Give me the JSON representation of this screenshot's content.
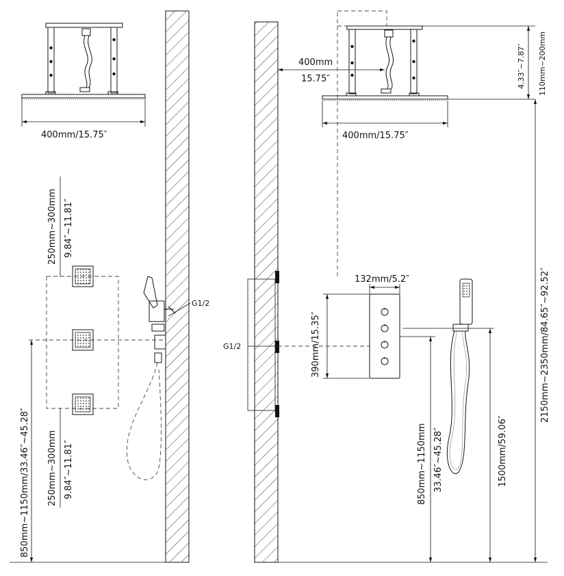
{
  "labels": {
    "left_shower_width": "400mm/15.75″",
    "left_jet_spacing_top_mm": "250mm~300mm",
    "left_jet_spacing_top_in": "9.84″~11.81″",
    "left_jet_spacing_bottom_mm": "250mm~300mm",
    "left_jet_spacing_bottom_in": "9.84″~11.81″",
    "left_height": "850mm~1150mm/33.46″~45.28″",
    "left_thread": "G1/2",
    "right_arm_length_mm": "400mm",
    "right_arm_length_in": "15.75″",
    "right_shower_width": "400mm/15.75″",
    "right_drop_in": "4.33″~7.87″",
    "right_drop_mm": "110mm~200mm",
    "right_panel_width": "132mm/5.2″",
    "right_panel_height": "390mm/15.35″",
    "right_thread": "G1/2",
    "right_valve_height_mm": "850mm~1150mm",
    "right_valve_height_in": "33.46″~45.28″",
    "right_hand_height": "1500mm/59.06″",
    "right_total_height": "2150mm~2350mm/84.65″~92.52″"
  }
}
